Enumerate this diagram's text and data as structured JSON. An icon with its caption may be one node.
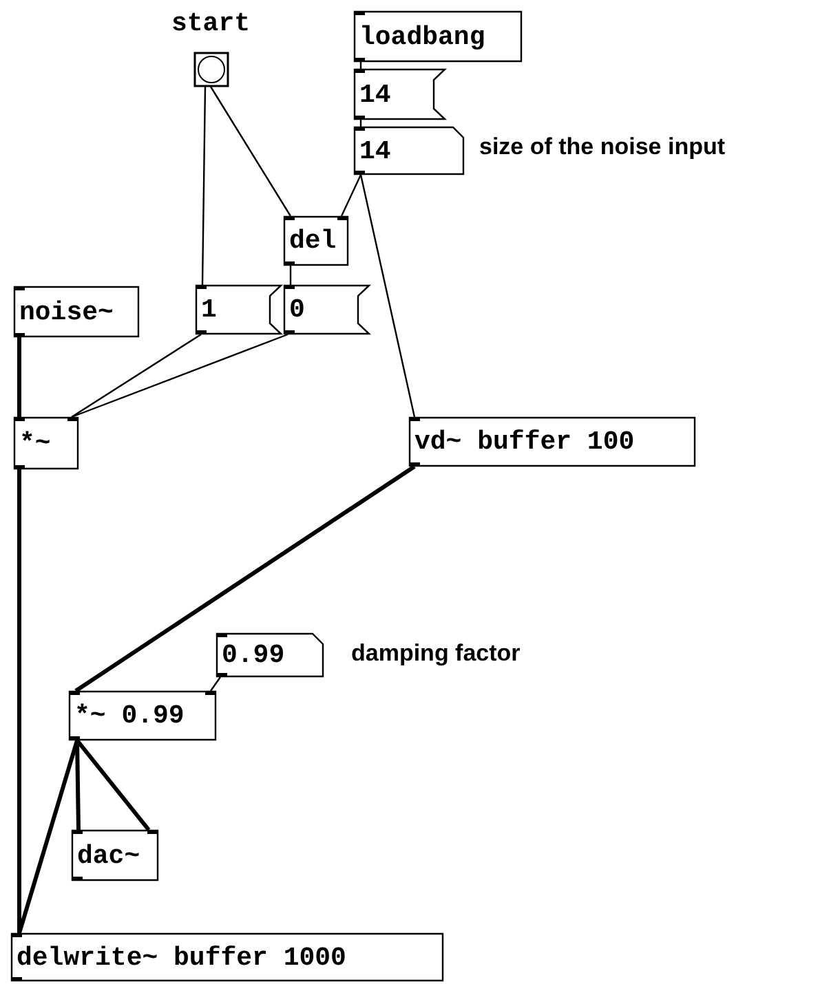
{
  "diagram": {
    "nodes": [
      {
        "text": [
          "start"
        ]
      },
      {
        "text": [
          "loadbang"
        ]
      },
      {
        "text": [
          "14"
        ]
      },
      {
        "text": [
          "14"
        ],
        "beside": [
          "size of the noise input"
        ]
      },
      {
        "text": [
          "del"
        ]
      },
      {
        "text": [
          "noise~"
        ]
      },
      {
        "text": [
          "1"
        ]
      },
      {
        "text": [
          "0"
        ]
      },
      {
        "text": [
          "*~"
        ]
      },
      {
        "text": [
          "vd~ buffer 100"
        ]
      },
      {
        "text": [
          "0.99"
        ],
        "beside": [
          "damping factor"
        ]
      },
      {
        "text": [
          "*~ 0.99"
        ]
      },
      {
        "text": [
          "dac~"
        ]
      },
      {
        "text": [
          "delwrite~ buffer 1000"
        ]
      }
    ],
    "edges": [
      {
        "from": 0,
        "to": 6,
        "arrow": "none"
      },
      {
        "from": 0,
        "to": 4,
        "arrow": "none"
      },
      {
        "from": 1,
        "to": 2,
        "arrow": "none"
      },
      {
        "from": 2,
        "to": 3,
        "arrow": "none"
      },
      {
        "from": 3,
        "to": 4,
        "arrow": "none"
      },
      {
        "from": 3,
        "to": 9,
        "arrow": "none"
      },
      {
        "from": 4,
        "to": 7,
        "arrow": "none"
      },
      {
        "from": 6,
        "to": 8,
        "arrow": "none"
      },
      {
        "from": 7,
        "to": 8,
        "arrow": "none"
      },
      {
        "from": 5,
        "to": 8,
        "arrow": "none",
        "style": "thick"
      },
      {
        "from": 8,
        "to": 13,
        "arrow": "none",
        "style": "thick"
      },
      {
        "from": 9,
        "to": 11,
        "arrow": "none",
        "style": "thick"
      },
      {
        "from": 10,
        "to": 11,
        "arrow": "none"
      },
      {
        "from": 11,
        "to": 12,
        "arrow": "none",
        "style": "thick"
      },
      {
        "from": 11,
        "to": 12,
        "arrow": "none",
        "style": "thick"
      },
      {
        "from": 11,
        "to": 13,
        "arrow": "none",
        "style": "thick"
      }
    ]
  }
}
